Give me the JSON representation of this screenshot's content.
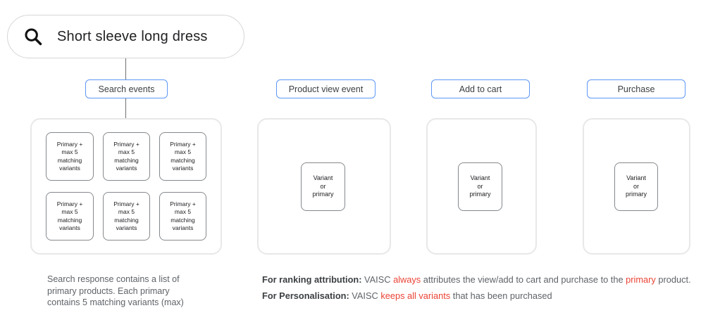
{
  "colors": {
    "label_border_blue": "#5e97f6",
    "container_border_gray": "#e8e8e8",
    "box_border_gray": "#85898d",
    "text_dark": "#202124",
    "text_gray": "#5f6368",
    "highlight_red": "#ea4335"
  },
  "search_bar": {
    "query": "Short sleeve long dress",
    "icon": "search-icon"
  },
  "event_labels": [
    {
      "label": "Search events"
    },
    {
      "label": "Product view event"
    },
    {
      "label": "Add to cart"
    },
    {
      "label": "Purchase"
    }
  ],
  "search_events_boxes": [
    {
      "text": "Primary +\nmax 5\nmatching\nvariants"
    },
    {
      "text": "Primary +\nmax 5\nmatching\nvariants"
    },
    {
      "text": "Primary +\nmax 5\nmatching\nvariants"
    },
    {
      "text": "Primary +\nmax 5\nmatching\nvariants"
    },
    {
      "text": "Primary +\nmax 5\nmatching\nvariants"
    },
    {
      "text": "Primary +\nmax 5\nmatching\nvariants"
    }
  ],
  "variant_boxes": [
    {
      "text": "Variant\nor\nprimary"
    },
    {
      "text": "Variant\nor\nprimary"
    },
    {
      "text": "Variant\nor\nprimary"
    }
  ],
  "notes": {
    "search_note": "Search response contains a list of\nprimary products. Each primary\ncontains 5 matching variants (max)",
    "ranking": {
      "prefix": "For ranking attribution:",
      "s1": "VAISC",
      "red1": "always",
      "s2": "attributes the view/add to cart and purchase to the",
      "red2": "primary",
      "s3": "product."
    },
    "personalisation": {
      "prefix": "For Personalisation:",
      "s1": "VAISC",
      "red1": "keeps all variants",
      "s2": "that has been purchased"
    }
  }
}
